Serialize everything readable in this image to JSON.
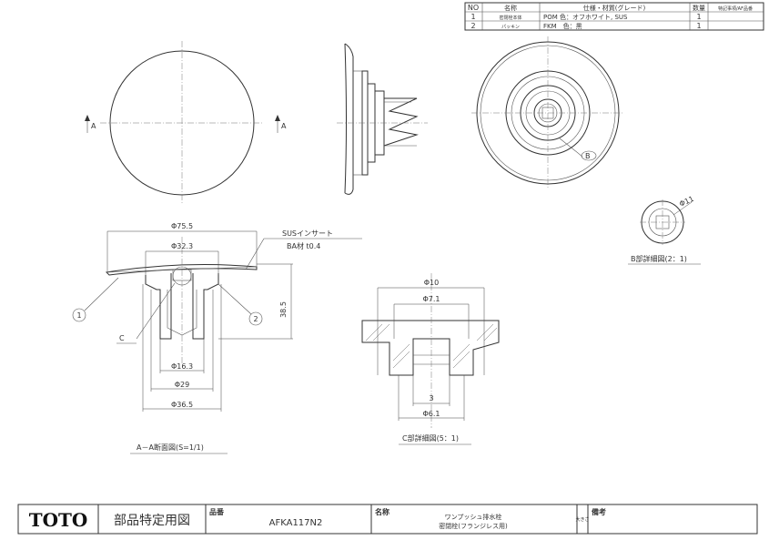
{
  "parts_table": {
    "headers": {
      "no": "NO",
      "name": "名称",
      "spec": "仕様・材質(グレード)",
      "qty": "数量",
      "note": "特記事項/AF品番"
    },
    "rows": [
      {
        "no": "1",
        "name": "密閉栓本体",
        "spec": "POM 色：オフホワイト, SUS",
        "qty": "1",
        "note": ""
      },
      {
        "no": "2",
        "name": "パッキン",
        "spec": "FKM　色：黒",
        "qty": "1",
        "note": ""
      }
    ]
  },
  "views": {
    "section_marker_left": "A",
    "section_marker_right": "A",
    "detail_b_marker": "B",
    "detail_b_title": "B部詳細図(2：1)",
    "detail_b_dim": "Φ11",
    "section_aa_title": "A－A断面図(S=1/1)",
    "detail_c_marker": "C",
    "detail_c_title": "C部詳細図(5：1)"
  },
  "dimensions_aa": {
    "d_outer": "Φ75.5",
    "d_top": "Φ32.3",
    "height": "38.5",
    "d_inner1": "Φ16.3",
    "d_inner2": "Φ29",
    "d_inner3": "Φ36.5",
    "insert_note": "SUSインサート",
    "material_note": "BA材 t0.4",
    "balloon_1": "1",
    "balloon_2": "2"
  },
  "dimensions_c": {
    "d10": "Φ10",
    "d71": "Φ7.1",
    "w3": "3",
    "d61": "Φ6.1"
  },
  "title_block": {
    "brand": "TOTO",
    "doc_type": "部品特定用図",
    "part_no_label": "品番",
    "part_no": "AFKA117N2",
    "name_label": "名称",
    "name_line1": "ワンプッシュ排水栓",
    "name_line2": "密閉栓(フランジレス用)",
    "side_label": "大きさ",
    "remarks_label": "備考"
  }
}
